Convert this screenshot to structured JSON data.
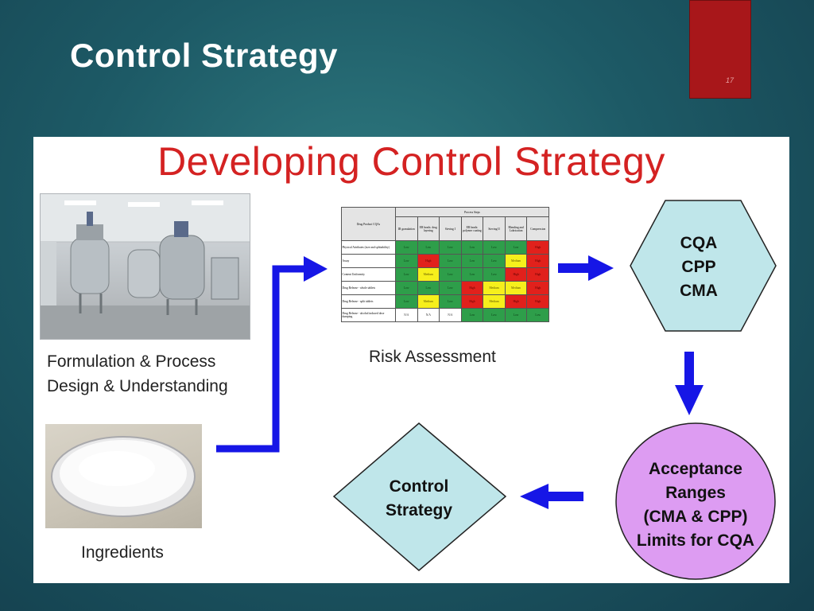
{
  "slide": {
    "title": "Control Strategy",
    "page_number": "17"
  },
  "panel": {
    "title": "Developing Control Strategy"
  },
  "captions": {
    "formulation_line1": "Formulation & Process",
    "formulation_line2": "Design & Understanding",
    "ingredients": "Ingredients",
    "risk_assessment": "Risk Assessment"
  },
  "nodes": {
    "hexagon": [
      "CQA",
      "CPP",
      "CMA"
    ],
    "circle": [
      "Acceptance",
      "Ranges",
      "(CMA & CPP)",
      "Limits for CQA"
    ],
    "diamond": [
      "Control",
      "Strategy"
    ]
  },
  "risk_table": {
    "group_header": "Process Steps",
    "corner_header": "Drug Product CQAs",
    "columns": [
      "IR granulation",
      "ER beads: drug layering",
      "Sieving I",
      "ER beads: polymer coating",
      "Sieving II",
      "Blending and Lubrication",
      "Compression"
    ],
    "rows": [
      {
        "label": "Physical Attributes (size and splittability)",
        "cells": [
          "Low",
          "Low",
          "Low",
          "Low",
          "Low",
          "Low",
          "High"
        ]
      },
      {
        "label": "Assay",
        "cells": [
          "Low",
          "High",
          "Low",
          "Low",
          "Low",
          "Medium",
          "High"
        ]
      },
      {
        "label": "Content Uniformity",
        "cells": [
          "Low",
          "Medium",
          "Low",
          "Low",
          "Low",
          "High",
          "High"
        ]
      },
      {
        "label": "Drug Release - whole tablets",
        "cells": [
          "Low",
          "Low",
          "Low",
          "High",
          "Medium",
          "Medium",
          "High"
        ]
      },
      {
        "label": "Drug Release - split tablets",
        "cells": [
          "Low",
          "Medium",
          "Low",
          "High",
          "Medium",
          "High",
          "High"
        ]
      },
      {
        "label": "Drug Release - alcohol induced dose dumping",
        "cells": [
          "N/A",
          "N/A",
          "N/A",
          "Low",
          "Low",
          "Low",
          "Low"
        ]
      }
    ]
  },
  "colors": {
    "title_red": "#d42222",
    "arrow_blue": "#1616e6",
    "shape_fill_blue": "#bfe6ea",
    "shape_fill_purple": "#dd9cf2",
    "level_low": "#2e9e4a",
    "level_medium": "#f6ef1c",
    "level_high": "#e1211c"
  }
}
